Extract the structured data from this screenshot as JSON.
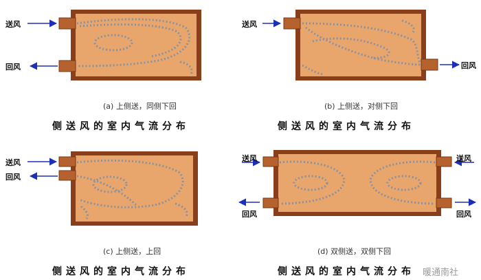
{
  "colors": {
    "room_fill": "#e8a56c",
    "wall": "#8a3f1c",
    "airflow": "#7a8fa8",
    "arrow": "#1c2fb8"
  },
  "labels": {
    "supply": "送风",
    "return": "回风"
  },
  "panels": [
    {
      "caption": "(a) 上侧送，同侧下回",
      "title": "侧送风的室内气流分布"
    },
    {
      "caption": "(b) 上侧送，对侧下回",
      "title": "侧送风的室内气流分布"
    },
    {
      "caption": "(c) 上侧送，上回",
      "title": "侧送风的室内气流分布"
    },
    {
      "caption": "(d) 双侧送，双侧下回",
      "title": "侧送风的室内气流分布"
    }
  ],
  "watermark": "暖通南社"
}
